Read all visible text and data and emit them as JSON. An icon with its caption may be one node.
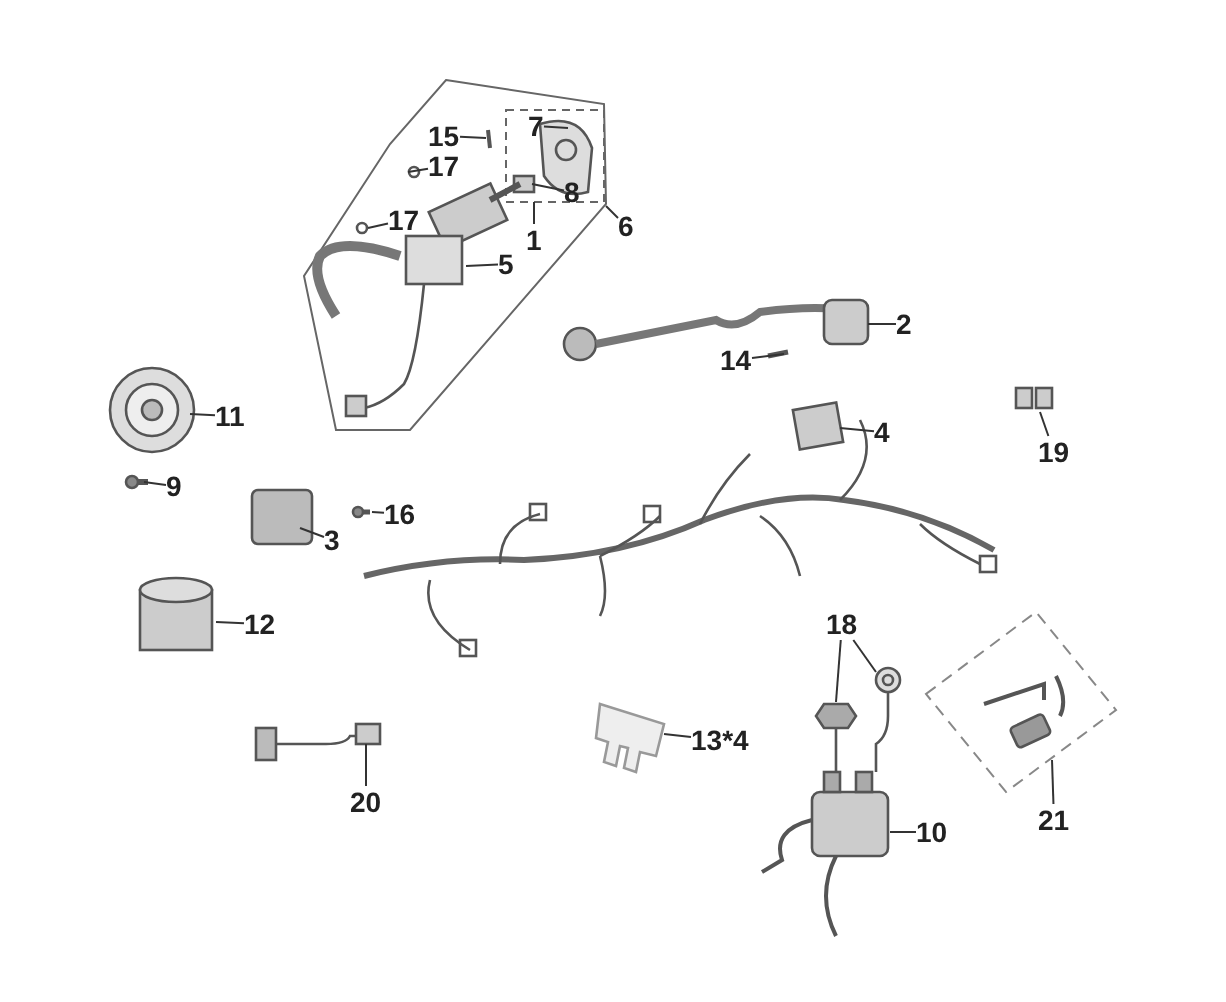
{
  "diagram": {
    "nodes": [
      {
        "text": [
          "15"
        ]
      },
      {
        "text": [
          "7"
        ]
      },
      {
        "text": [
          "17"
        ]
      },
      {
        "text": [
          "8"
        ]
      },
      {
        "text": [
          "17"
        ]
      },
      {
        "text": [
          "1"
        ]
      },
      {
        "text": [
          "6"
        ]
      },
      {
        "text": [
          "5"
        ]
      },
      {
        "text": [
          "2"
        ]
      },
      {
        "text": [
          "14"
        ]
      },
      {
        "text": [
          "4"
        ]
      },
      {
        "text": [
          "11"
        ]
      },
      {
        "text": [
          "19"
        ]
      },
      {
        "text": [
          "9"
        ]
      },
      {
        "text": [
          "16"
        ]
      },
      {
        "text": [
          "3"
        ]
      },
      {
        "text": [
          "12"
        ]
      },
      {
        "text": [
          "18"
        ]
      },
      {
        "text": [
          "13*4"
        ]
      },
      {
        "text": [
          "10"
        ]
      },
      {
        "text": [
          "20"
        ]
      },
      {
        "text": [
          "21"
        ]
      }
    ],
    "edges": [
      {
        "from": 0,
        "to": null,
        "arrow": "none"
      },
      {
        "from": 1,
        "to": null,
        "arrow": "none"
      },
      {
        "from": 2,
        "to": null,
        "arrow": "none"
      },
      {
        "from": 3,
        "to": null,
        "arrow": "none"
      },
      {
        "from": 4,
        "to": null,
        "arrow": "none"
      },
      {
        "from": 5,
        "to": null,
        "arrow": "none"
      },
      {
        "from": 6,
        "to": null,
        "arrow": "none"
      },
      {
        "from": 7,
        "to": null,
        "arrow": "none"
      },
      {
        "from": 8,
        "to": null,
        "arrow": "none"
      },
      {
        "from": 9,
        "to": null,
        "arrow": "none"
      },
      {
        "from": 10,
        "to": null,
        "arrow": "none"
      },
      {
        "from": 11,
        "to": null,
        "arrow": "none"
      },
      {
        "from": 12,
        "to": null,
        "arrow": "none"
      },
      {
        "from": 13,
        "to": null,
        "arrow": "none"
      },
      {
        "from": 14,
        "to": null,
        "arrow": "none"
      },
      {
        "from": 15,
        "to": null,
        "arrow": "none"
      },
      {
        "from": 16,
        "to": null,
        "arrow": "none"
      },
      {
        "from": 17,
        "to": null,
        "arrow": "none"
      },
      {
        "from": 17,
        "to": null,
        "arrow": "none"
      },
      {
        "from": 18,
        "to": null,
        "arrow": "none"
      },
      {
        "from": 19,
        "to": null,
        "arrow": "none"
      },
      {
        "from": 20,
        "to": null,
        "arrow": "none"
      },
      {
        "from": 21,
        "to": null,
        "arrow": "none"
      }
    ]
  }
}
